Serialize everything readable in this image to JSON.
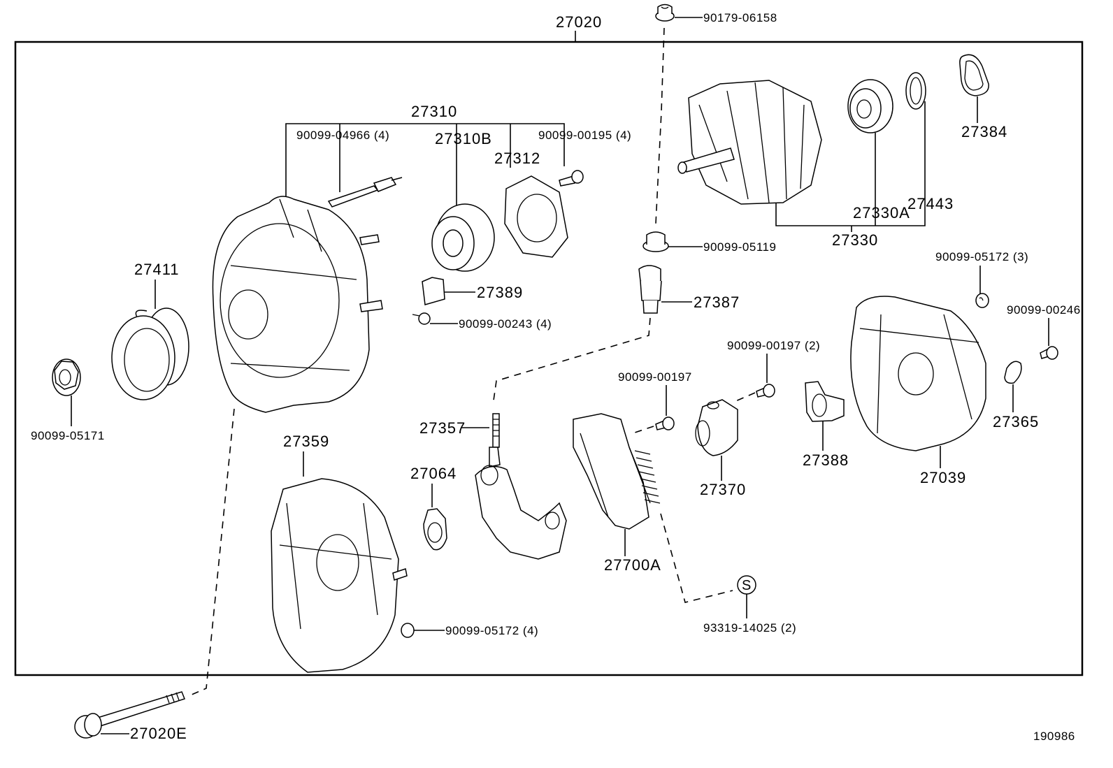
{
  "diagram": {
    "title": "Alternator assembly exploded view",
    "figure_id": "190986",
    "assembly_number": "27020",
    "callouts": {
      "p27020": "27020",
      "p90179_06158": "90179-06158",
      "p27310": "27310",
      "p90099_04966": "90099-04966 (4)",
      "p27310B": "27310B",
      "p27312": "27312",
      "p90099_00195": "90099-00195 (4)",
      "p27384": "27384",
      "p27330A": "27330A",
      "p27443": "27443",
      "p27330": "27330",
      "p90099_05119": "90099-05119",
      "p27411": "27411",
      "p27389": "27389",
      "p90099_00243": "90099-00243 (4)",
      "p27387": "27387",
      "p90099_05172_3": "90099-05172 (3)",
      "p90099_00246": "90099-00246",
      "p90099_05171": "90099-05171",
      "p90099_00197_2": "90099-00197 (2)",
      "p90099_00197": "90099-00197",
      "p27357": "27357",
      "p27359": "27359",
      "p27064": "27064",
      "p27370": "27370",
      "p27388": "27388",
      "p27365": "27365",
      "p27039": "27039",
      "p27700A": "27700A",
      "s_symbol": "S",
      "p93319_14025": "93319-14025 (2)",
      "p90099_05172_4": "90099-05172 (4)",
      "p27020E": "27020E"
    }
  }
}
